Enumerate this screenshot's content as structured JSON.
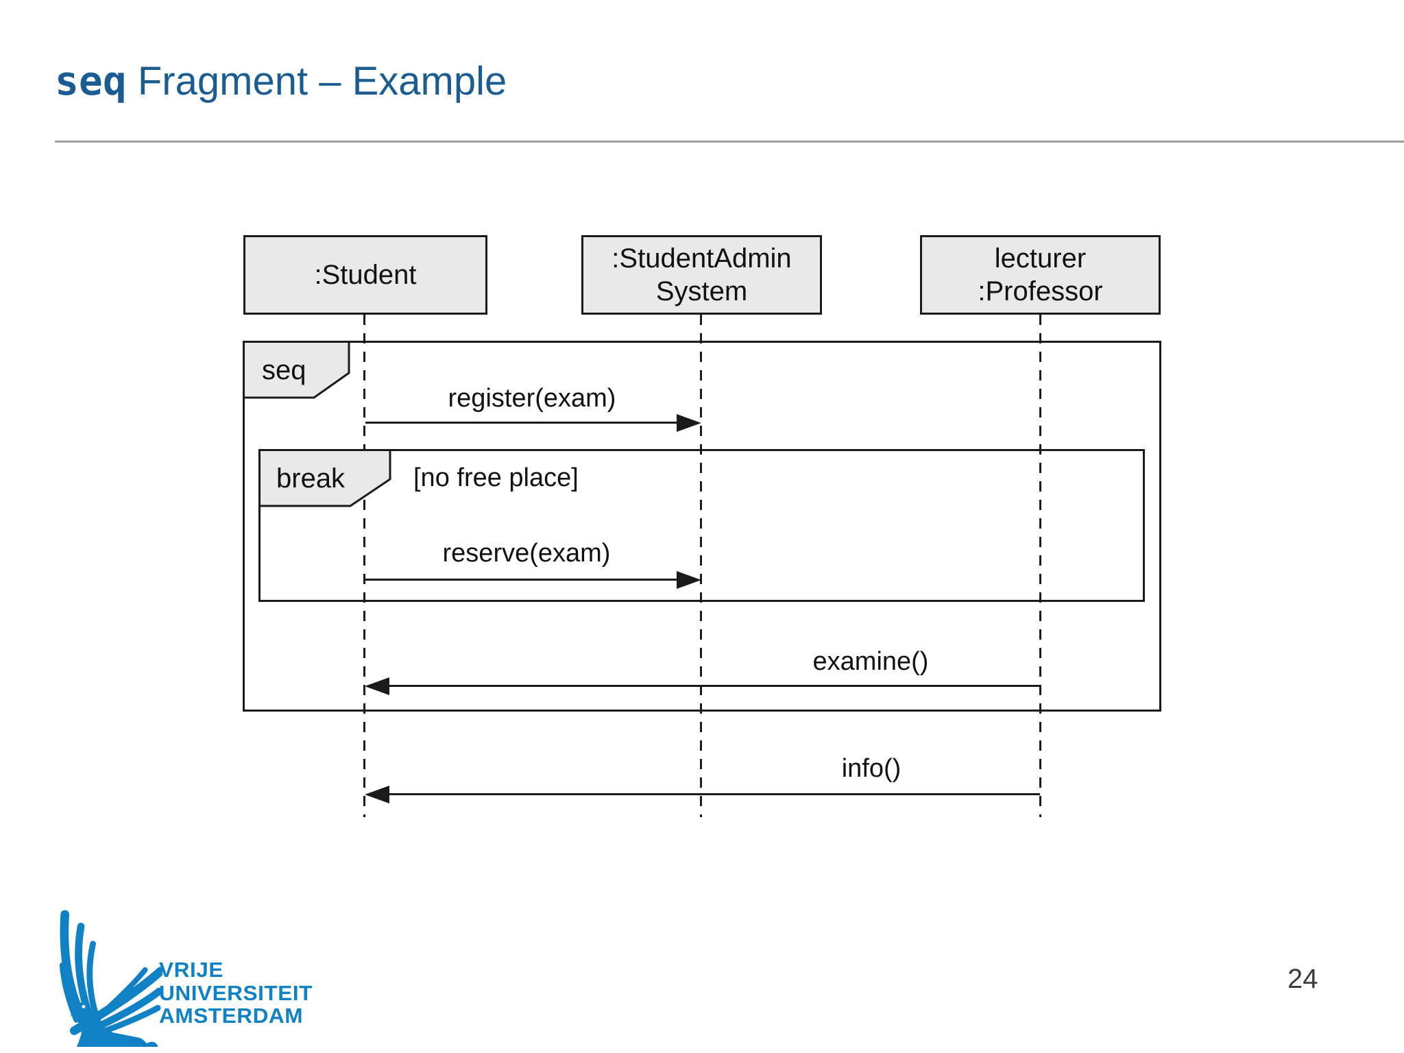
{
  "slide": {
    "title": {
      "keyword": "seq",
      "rest": " Fragment – Example"
    },
    "page_number": "24"
  },
  "diagram": {
    "lifelines": [
      {
        "line1": ":Student",
        "line2": ""
      },
      {
        "line1": ":StudentAdmin",
        "line2": "System"
      },
      {
        "line1": "lecturer",
        "line2": ":Professor"
      }
    ],
    "fragments": [
      {
        "operator": "seq",
        "guard": ""
      },
      {
        "operator": "break",
        "guard": "[no free place]"
      }
    ],
    "messages": [
      {
        "label": "register(exam)",
        "from": ":Student",
        "to": ":StudentAdmin System",
        "direction": "right"
      },
      {
        "label": "reserve(exam)",
        "from": ":Student",
        "to": ":StudentAdmin System",
        "direction": "right"
      },
      {
        "label": "examine()",
        "from": "lecturer :Professor",
        "to": ":Student",
        "direction": "left"
      },
      {
        "label": "info()",
        "from": "lecturer :Professor",
        "to": ":Student",
        "direction": "left"
      }
    ]
  },
  "logo": {
    "line1": "VRIJE",
    "line2": "UNIVERSITEIT",
    "line3": "AMSTERDAM"
  },
  "colors": {
    "title_blue": "#1b5c92",
    "logo_blue": "#1181c5",
    "box_fill": "#e9e9e9",
    "diagram_line": "#1a1a1a",
    "rule_gray": "#9fa0a4"
  }
}
